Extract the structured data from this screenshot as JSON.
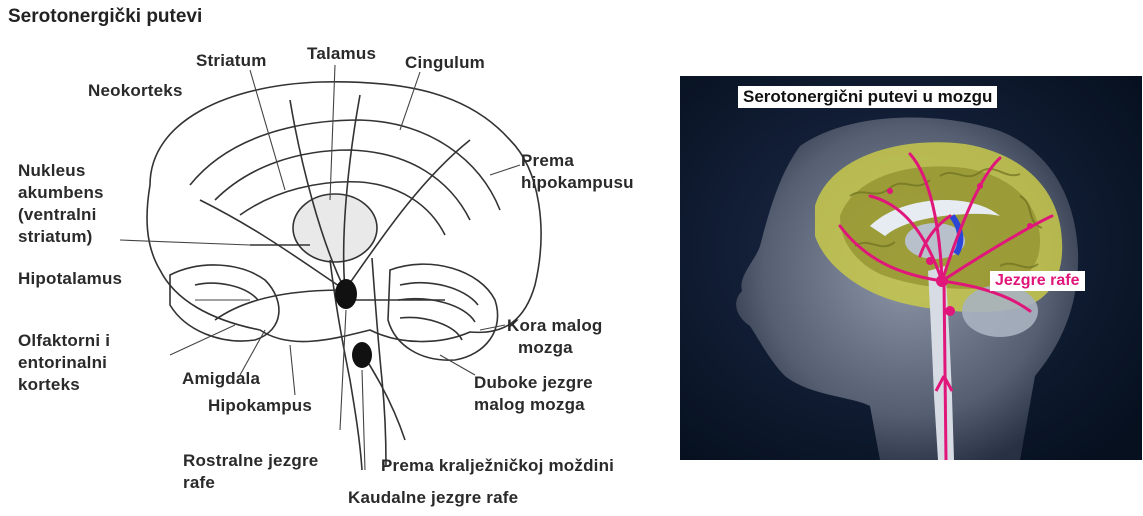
{
  "left_panel": {
    "title": "Serotonergički putevi",
    "labels": {
      "striatum": "Striatum",
      "talamus": "Talamus",
      "cingulum": "Cingulum",
      "neokorteks": "Neokorteks",
      "nukleus_1": "Nukleus",
      "nukleus_2": "akumbens",
      "nukleus_3": "(ventralni",
      "nukleus_4": "striatum)",
      "hipotalamus": "Hipotalamus",
      "olfaktorni_1": "Olfaktorni i",
      "olfaktorni_2": "entorinalni",
      "olfaktorni_3": "korteks",
      "amigdala": "Amigdala",
      "hipokampus": "Hipokampus",
      "prema_hipo_1": "Prema",
      "prema_hipo_2": "hipokampusu",
      "kora_1": "Kora malog",
      "kora_2": "mozga",
      "duboke_1": "Duboke jezgre",
      "duboke_2": "malog mozga",
      "rostralne_1": "Rostralne jezgre",
      "rostralne_2": "rafe",
      "prema_kralj": "Prema kralježničkoj moždini",
      "kaudalne": "Kaudalne jezgre rafe"
    }
  },
  "right_panel": {
    "title": "Serotonergični putevi u mozgu",
    "label": "Jezgre rafe",
    "colors": {
      "pathway": "#e0167a",
      "cortex": "#c8c94a",
      "background": "#0b1630"
    }
  }
}
